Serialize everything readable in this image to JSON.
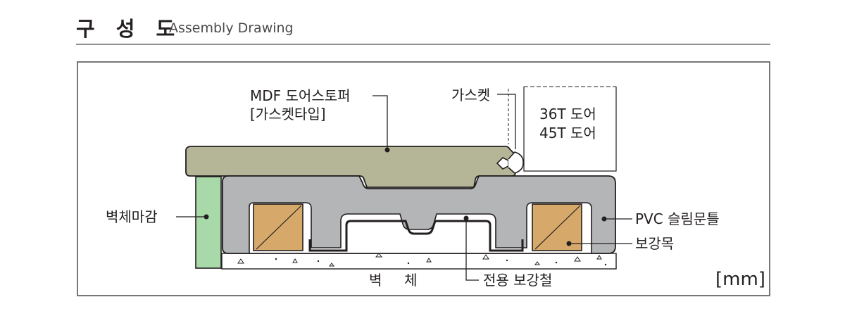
{
  "header": {
    "title_ko": "구 성 도",
    "title_en": "Assembly Drawing"
  },
  "labels": {
    "mdf_stopper_line1": "MDF 도어스토퍼",
    "mdf_stopper_line2": "[가스켓타입]",
    "gasket": "가스켓",
    "door_line1": "36T 도어",
    "door_line2": "45T 도어",
    "wall_finish": "벽체마감",
    "pvc_frame": "PVC 슬림문틀",
    "reinforcing_wood": "보강목",
    "wall": "벽     체",
    "steel_reinforcement": "전용 보강철",
    "unit": "[mm]"
  },
  "colors": {
    "mdf": "#b5b697",
    "pvc": "#b3b5b6",
    "wood": "#d6a96b",
    "wall_finish": "#a8d9a8",
    "line": "#231f20",
    "frame_border": "#555555"
  }
}
